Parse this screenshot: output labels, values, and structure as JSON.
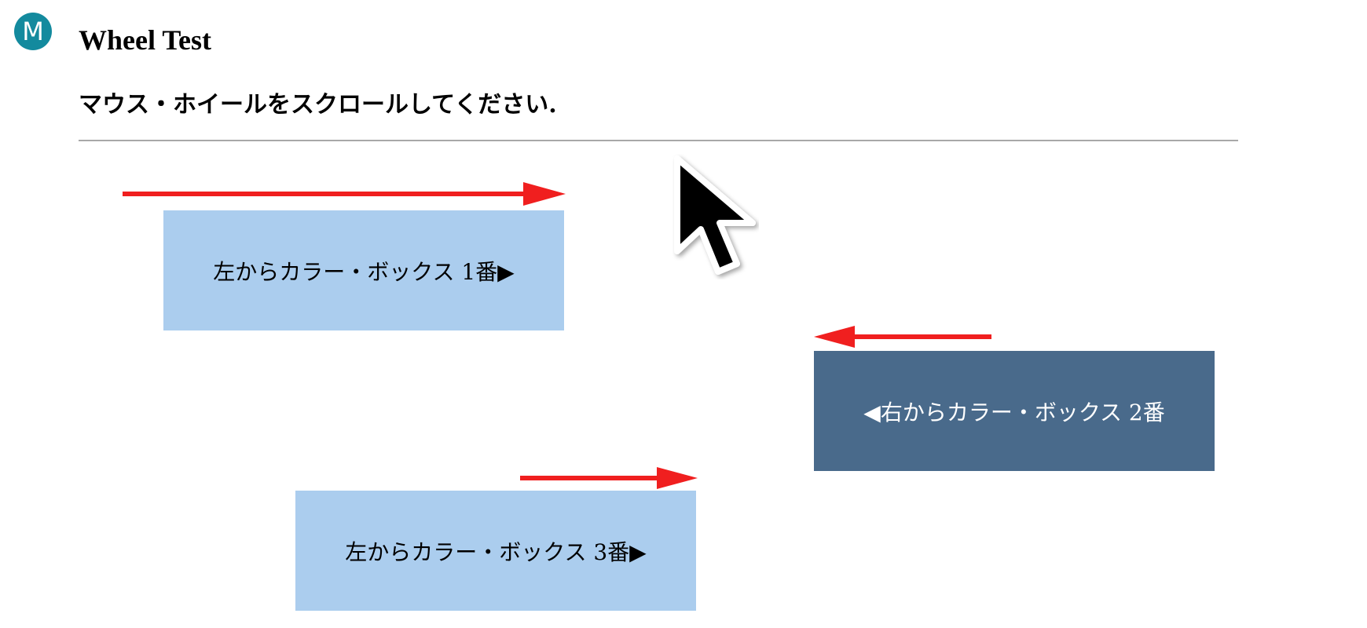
{
  "header": {
    "logo_letter": "M",
    "title": "Wheel Test",
    "subtitle": "マウス・ホイールをスクロールしてください."
  },
  "boxes": [
    {
      "label": "左からカラー・ボックス 1番▶",
      "direction": "from-left",
      "color": "#abcdee",
      "text_color": "#000000"
    },
    {
      "label": "◀右からカラー・ボックス 2番",
      "direction": "from-right",
      "color": "#496a8b",
      "text_color": "#ffffff"
    },
    {
      "label": "左からカラー・ボックス 3番▶",
      "direction": "from-left",
      "color": "#abcdee",
      "text_color": "#000000"
    }
  ],
  "colors": {
    "logo": "#138a9e",
    "arrow": "#f01f1f",
    "rule": "#a8a8a8"
  },
  "icons": {
    "logo": "m-circle-logo",
    "cursor": "mouse-pointer-icon",
    "arrows": [
      "arrow-right-icon",
      "arrow-left-icon",
      "arrow-right-icon"
    ]
  }
}
